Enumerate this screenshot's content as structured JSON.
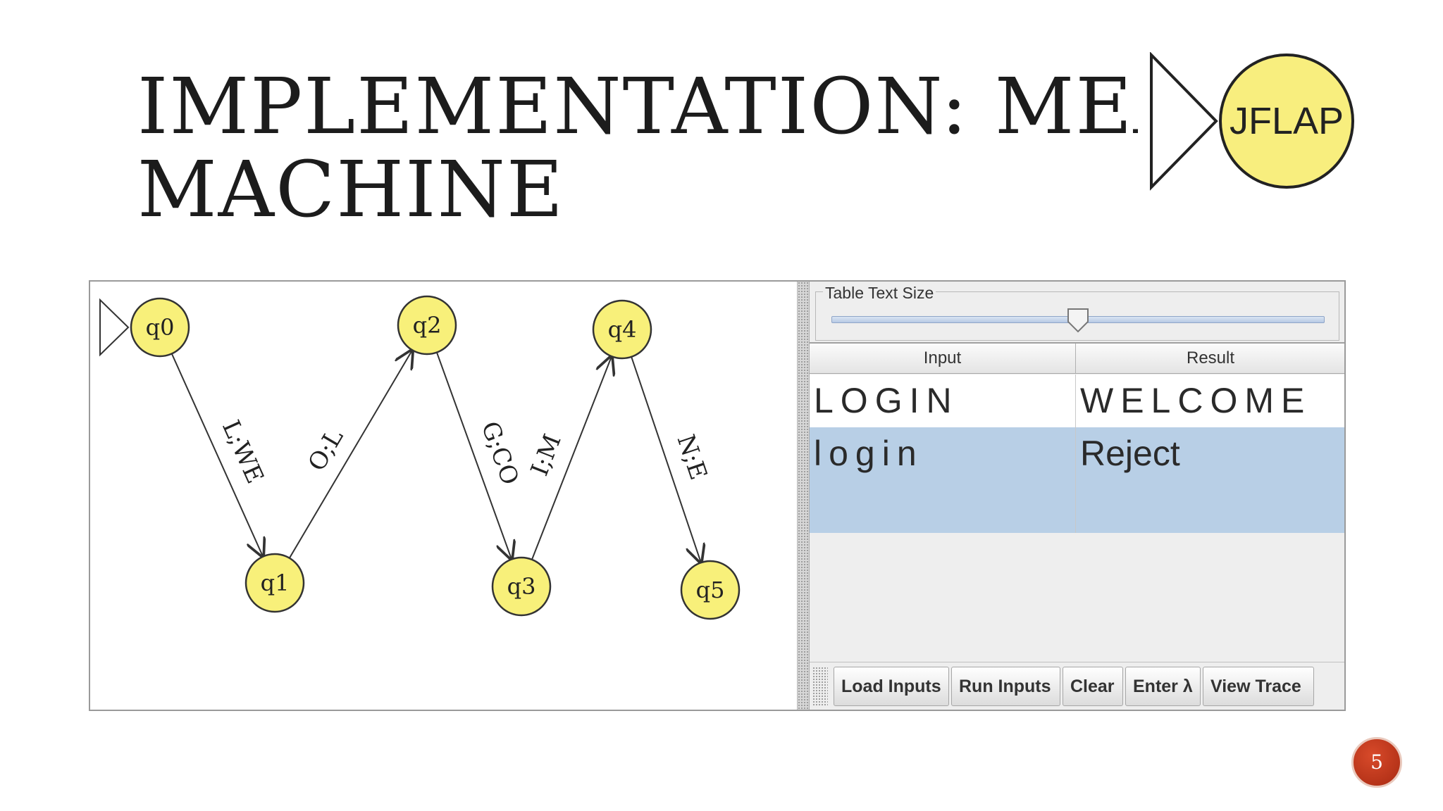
{
  "slide": {
    "title_line1": "IMPLEMENTATION: MEALY",
    "title_line2": "MACHINE",
    "page_number": "5"
  },
  "logo": {
    "text": "JFLAP",
    "fill": "#f8ee7e"
  },
  "automaton": {
    "states": [
      "q0",
      "q1",
      "q2",
      "q3",
      "q4",
      "q5"
    ],
    "initial_state": "q0",
    "state_fill": "#f8f07a",
    "transitions": [
      {
        "from": "q0",
        "to": "q1",
        "label": "L;WE"
      },
      {
        "from": "q1",
        "to": "q2",
        "label": "O;L"
      },
      {
        "from": "q2",
        "to": "q3",
        "label": "G;CO"
      },
      {
        "from": "q3",
        "to": "q4",
        "label": "I;M"
      },
      {
        "from": "q4",
        "to": "q5",
        "label": "N;E"
      }
    ]
  },
  "panel": {
    "text_size_label": "Table Text Size",
    "text_size_level": 0.5,
    "table": {
      "headers": [
        "Input",
        "Result"
      ],
      "rows": [
        {
          "input": "LOGIN",
          "result": "WELCOME"
        },
        {
          "input": "login",
          "result": "Reject"
        },
        {
          "input": "",
          "result": ""
        }
      ],
      "selected_color": "#b8cfe6"
    },
    "buttons": [
      "Load Inputs",
      "Run Inputs",
      "Clear",
      "Enter λ",
      "View Trace"
    ]
  }
}
